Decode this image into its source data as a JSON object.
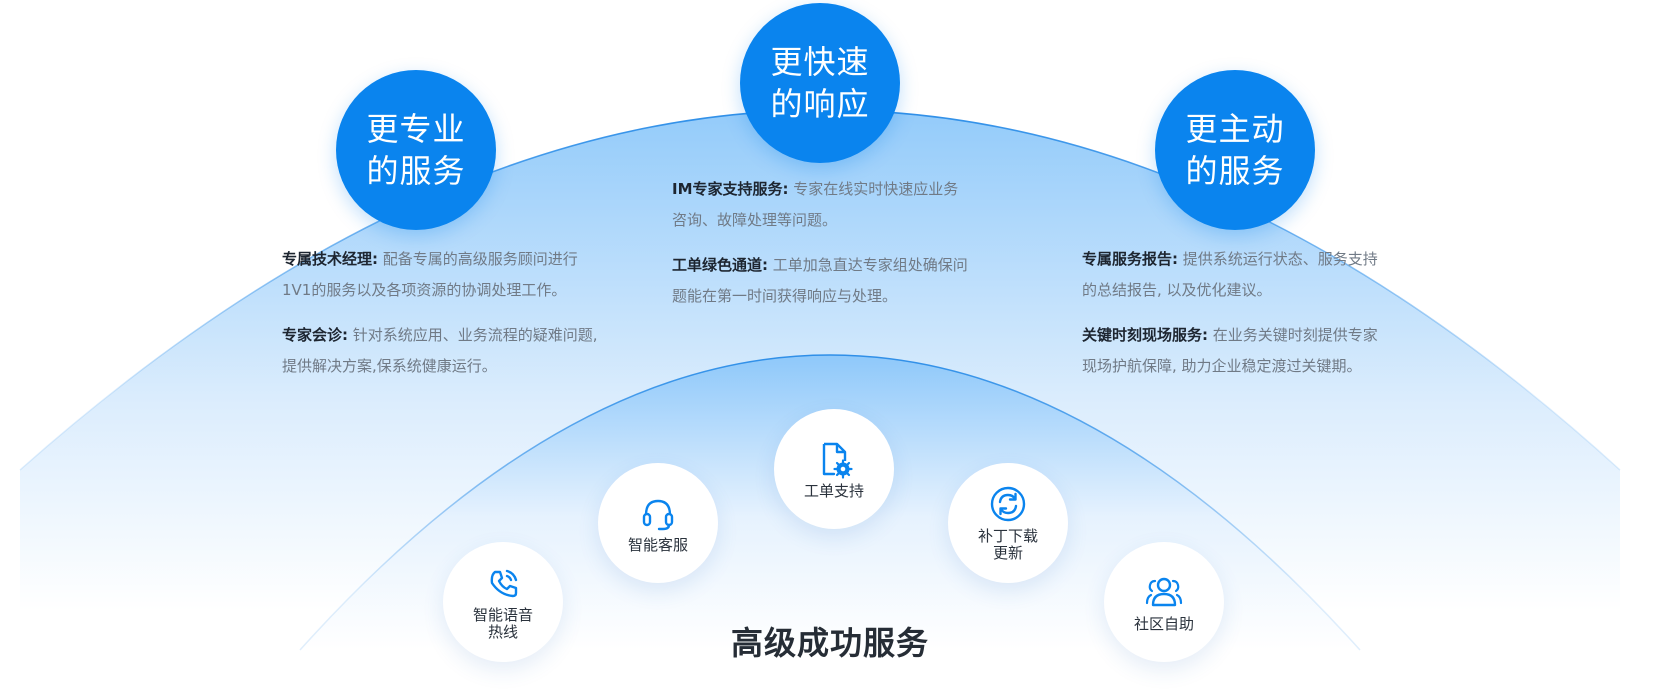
{
  "top_circles": [
    {
      "line1": "更专业",
      "line2": "的服务"
    },
    {
      "line1": "更快速",
      "line2": "的响应"
    },
    {
      "line1": "更主动",
      "line2": "的服务"
    }
  ],
  "columns": {
    "left": [
      {
        "title": "专属技术经理:",
        "text": " 配备专属的高级服务顾问进行1V1的服务以及各项资源的协调处理工作。"
      },
      {
        "title": "专家会诊:",
        "text": " 针对系统应用、业务流程的疑难问题,提供解决方案,保系统健康运行。"
      }
    ],
    "center": [
      {
        "title": "IM专家支持服务:",
        "text": " 专家在线实时快速应业务咨询、故障处理等问题。"
      },
      {
        "title": "工单绿色通道:",
        "text": " 工单加急直达专家组处确保问题能在第一时间获得响应与处理。"
      }
    ],
    "right": [
      {
        "title": "专属服务报告:",
        "text": " 提供系统运行状态、服务支持的总结报告, 以及优化建议。"
      },
      {
        "title": "关键时刻现场服务:",
        "text": " 在业务关键时刻提供专家现场护航保障, 助力企业稳定渡过关键期。"
      }
    ]
  },
  "services": [
    {
      "label": "智能语音热线",
      "icon": "phone-icon"
    },
    {
      "label": "智能客服",
      "icon": "headset-icon"
    },
    {
      "label": "工单支持",
      "icon": "document-gear-icon"
    },
    {
      "label": "补丁下载更新",
      "icon": "refresh-icon"
    },
    {
      "label": "社区自助",
      "icon": "community-icon"
    }
  ],
  "bottom_title": "高级成功服务",
  "colors": {
    "accent": "#0a84ee",
    "arc_top": "#9fd0fb",
    "text_dark": "#1d2530",
    "text_muted": "#707a86"
  }
}
